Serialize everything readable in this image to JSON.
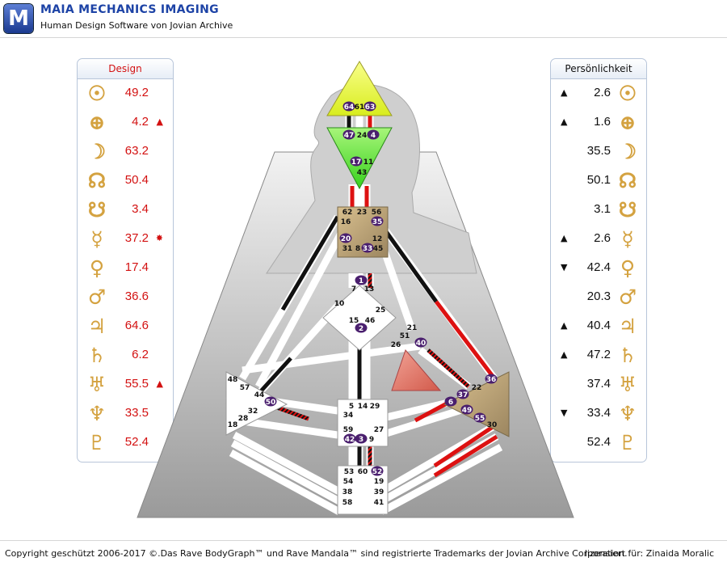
{
  "header": {
    "logo_letter": "M",
    "brand": "MAIA MECHANICS IMAGING",
    "subtitle": "Human Design Software von Jovian Archive"
  },
  "design": {
    "title": "Design",
    "rows": [
      {
        "icon": "sun-icon",
        "glyph": "☉",
        "value": "49.2",
        "mark": ""
      },
      {
        "icon": "earth-icon",
        "glyph": "⊕",
        "value": "4.2",
        "mark": "▲"
      },
      {
        "icon": "moon-icon",
        "glyph": "☽",
        "value": "63.2",
        "mark": ""
      },
      {
        "icon": "north-node-icon",
        "glyph": "☊",
        "value": "50.4",
        "mark": ""
      },
      {
        "icon": "south-node-icon",
        "glyph": "☋",
        "value": "3.4",
        "mark": ""
      },
      {
        "icon": "mercury-icon",
        "glyph": "☿",
        "value": "37.2",
        "mark": "✸"
      },
      {
        "icon": "venus-icon",
        "glyph": "♀",
        "value": "17.4",
        "mark": ""
      },
      {
        "icon": "mars-icon",
        "glyph": "♂",
        "value": "36.6",
        "mark": ""
      },
      {
        "icon": "jupiter-icon",
        "glyph": "♃",
        "value": "64.6",
        "mark": ""
      },
      {
        "icon": "saturn-icon",
        "glyph": "♄",
        "value": "6.2",
        "mark": ""
      },
      {
        "icon": "uranus-icon",
        "glyph": "♅",
        "value": "55.5",
        "mark": "▲"
      },
      {
        "icon": "neptune-icon",
        "glyph": "♆",
        "value": "33.5",
        "mark": ""
      },
      {
        "icon": "pluto-icon",
        "glyph": "♇",
        "value": "52.4",
        "mark": ""
      }
    ]
  },
  "personality": {
    "title": "Persönlichkeit",
    "rows": [
      {
        "icon": "sun-icon",
        "glyph": "☉",
        "value": "2.6",
        "mark": "▲"
      },
      {
        "icon": "earth-icon",
        "glyph": "⊕",
        "value": "1.6",
        "mark": "▲"
      },
      {
        "icon": "moon-icon",
        "glyph": "☽",
        "value": "35.5",
        "mark": ""
      },
      {
        "icon": "north-node-icon",
        "glyph": "☊",
        "value": "50.1",
        "mark": ""
      },
      {
        "icon": "south-node-icon",
        "glyph": "☋",
        "value": "3.1",
        "mark": ""
      },
      {
        "icon": "mercury-icon",
        "glyph": "☿",
        "value": "2.6",
        "mark": "▲"
      },
      {
        "icon": "venus-icon",
        "glyph": "♀",
        "value": "42.4",
        "mark": "▼"
      },
      {
        "icon": "mars-icon",
        "glyph": "♂",
        "value": "20.3",
        "mark": ""
      },
      {
        "icon": "jupiter-icon",
        "glyph": "♃",
        "value": "40.4",
        "mark": "▲"
      },
      {
        "icon": "saturn-icon",
        "glyph": "♄",
        "value": "47.2",
        "mark": "▲"
      },
      {
        "icon": "uranus-icon",
        "glyph": "♅",
        "value": "37.4",
        "mark": ""
      },
      {
        "icon": "neptune-icon",
        "glyph": "♆",
        "value": "33.4",
        "mark": "▼"
      },
      {
        "icon": "pluto-icon",
        "glyph": "♇",
        "value": "52.4",
        "mark": ""
      }
    ]
  },
  "bodygraph": {
    "gates": {
      "head": [
        "64",
        "61",
        "63"
      ],
      "ajna": [
        "47",
        "24",
        "4",
        "17",
        "11",
        "43"
      ],
      "throat": [
        "62",
        "23",
        "56",
        "16",
        "35",
        "20",
        "12",
        "31",
        "8",
        "33",
        "45"
      ],
      "g": [
        "1",
        "7",
        "13",
        "10",
        "25",
        "15",
        "46",
        "2"
      ],
      "ego": [
        "21",
        "51",
        "26",
        "40"
      ],
      "spleen": [
        "48",
        "57",
        "44",
        "50",
        "32",
        "28",
        "18"
      ],
      "solar_plexus": [
        "36",
        "22",
        "37",
        "6",
        "49",
        "55",
        "30"
      ],
      "sacral": [
        "5",
        "14",
        "29",
        "34",
        "27",
        "59",
        "42",
        "3",
        "9"
      ],
      "root": [
        "53",
        "60",
        "52",
        "54",
        "19",
        "38",
        "39",
        "58",
        "41"
      ]
    },
    "activated": [
      "64",
      "63",
      "47",
      "4",
      "17",
      "35",
      "20",
      "33",
      "1",
      "2",
      "40",
      "50",
      "36",
      "37",
      "6",
      "49",
      "55",
      "42",
      "3",
      "52"
    ]
  },
  "footer": {
    "copyright": "Copyright geschützt 2006-2017 ©.Das Rave BodyGraph™ und Rave Mandala™ sind registrierte Trademarks der Jovian Archive Corporation.",
    "license": "lizensiert für: Zinaida Moralic"
  }
}
